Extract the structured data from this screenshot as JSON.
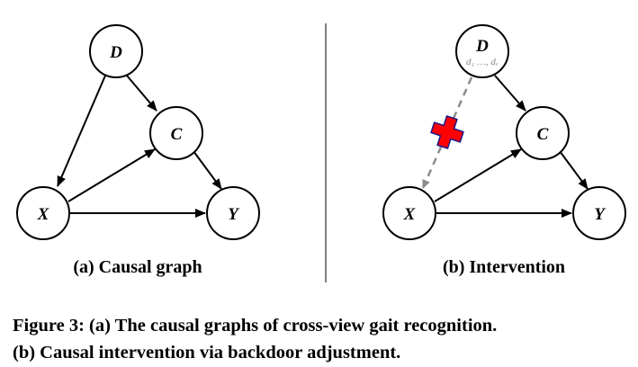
{
  "panel_a": {
    "caption": "(a) Causal graph",
    "nodes": {
      "D": "D",
      "C": "C",
      "X": "X",
      "Y": "Y"
    }
  },
  "panel_b": {
    "caption": "(b) Intervention",
    "nodes": {
      "D": "D",
      "C": "C",
      "X": "X",
      "Y": "Y"
    },
    "d_subscript": "d₁ …, dᵥ"
  },
  "figure_caption": {
    "line1": "Figure 3: (a) The causal graphs of cross-view gait recognition.",
    "line2": "(b) Causal intervention via backdoor adjustment."
  },
  "colors": {
    "stroke": "#000000",
    "dashed_edge": "#8c8c8c",
    "cross_fill": "#ff0000",
    "cross_stroke": "#1a1a8c"
  },
  "icons": {
    "intervention_mark": "red-cross-icon"
  }
}
